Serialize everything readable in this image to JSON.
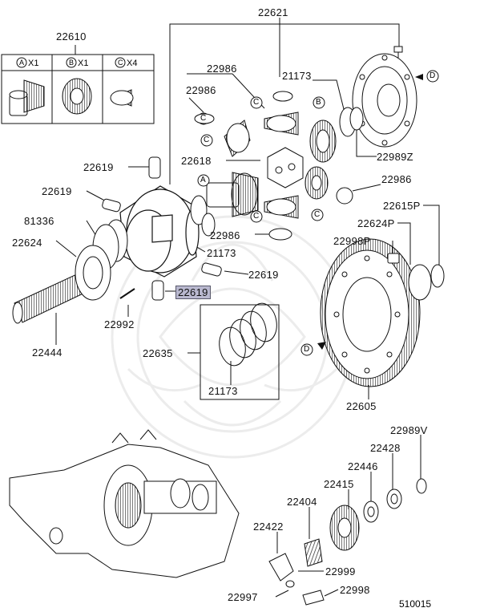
{
  "kit": {
    "number": "22610",
    "items": [
      {
        "letter": "A",
        "qty": "X1"
      },
      {
        "letter": "B",
        "qty": "X1"
      },
      {
        "letter": "C",
        "qty": "X4"
      }
    ]
  },
  "callout_letters": {
    "A": "A",
    "B": "B",
    "C": "C",
    "D": "D"
  },
  "parts": {
    "p22621": "22621",
    "p22986_a": "22986",
    "p22986_b": "22986",
    "p21173_a": "21173",
    "p22618": "22618",
    "p22989z": "22989Z",
    "p22986_c": "22986",
    "p22619_a": "22619",
    "p22619_b": "22619",
    "p81336": "81336",
    "p22624": "22624",
    "p22986_d": "22986",
    "p21173_b": "21173",
    "p22619_c": "22619",
    "p22619_hl": "22619",
    "p22615p": "22615P",
    "p22624p": "22624P",
    "p22998p": "22998P",
    "p22992": "22992",
    "p22444": "22444",
    "p22635": "22635",
    "p21173_c": "21173",
    "p22605": "22605",
    "p22989v": "22989V",
    "p22428": "22428",
    "p22446": "22446",
    "p22415": "22415",
    "p22404": "22404",
    "p22422": "22422",
    "p22999": "22999",
    "p22997": "22997",
    "p22998": "22998"
  },
  "diagram_ref": "510015",
  "colors": {
    "line": "#111111",
    "highlight": "#b9b8cf",
    "watermark": "#ececec"
  }
}
